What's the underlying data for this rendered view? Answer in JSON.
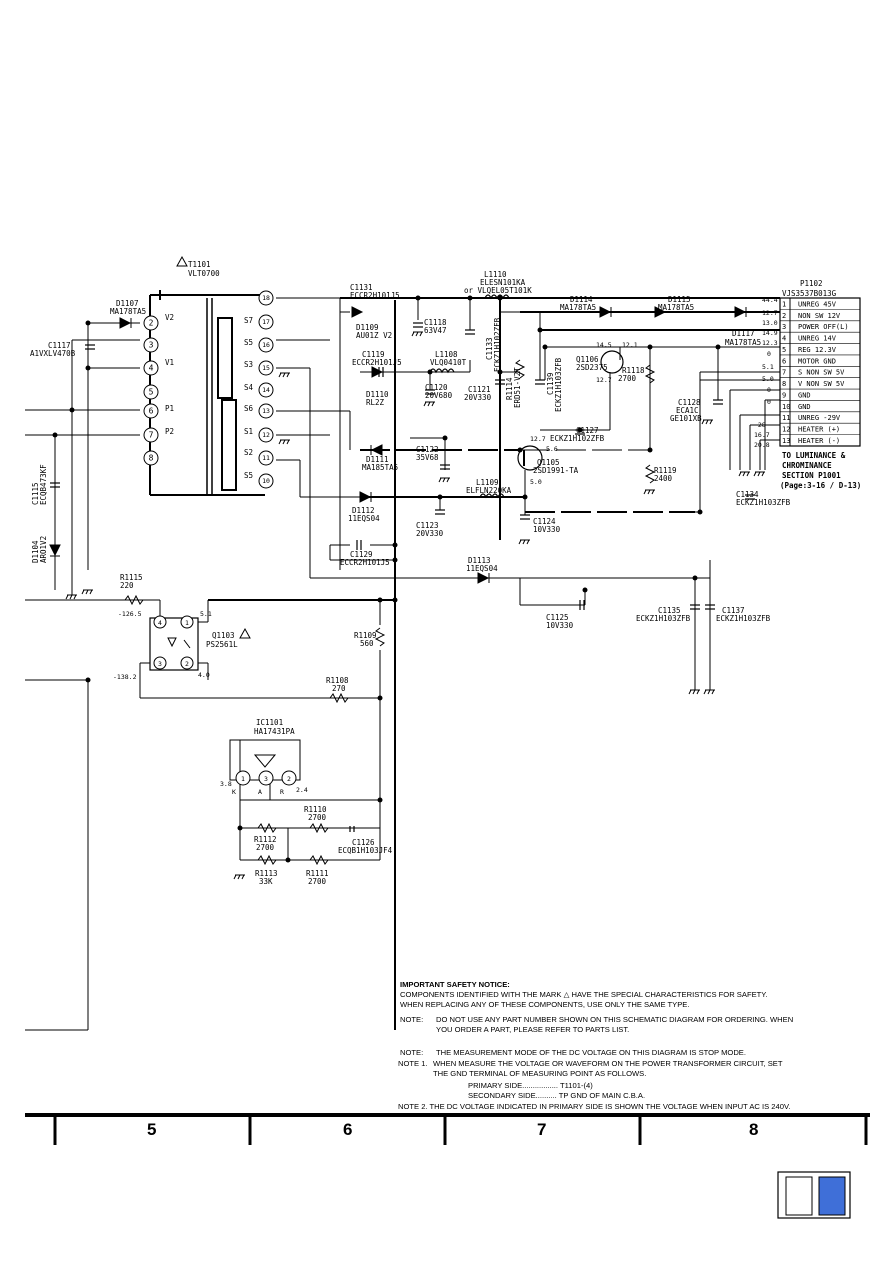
{
  "transformer": {
    "ref": "T1101",
    "part": "VLT0700",
    "windings": [
      "V2",
      "V1",
      "P1",
      "P2",
      "S7",
      "S6",
      "S3",
      "S4",
      "S5",
      "S1",
      "S2",
      "S5"
    ],
    "pins_left": [
      "2",
      "3",
      "4",
      "5",
      "6",
      "7",
      "8"
    ],
    "pins_right": [
      "18",
      "17",
      "16",
      "15",
      "14",
      "13",
      "12",
      "11",
      "10"
    ]
  },
  "components": {
    "C1131": [
      "C1131",
      "ECCR2H101J5"
    ],
    "L1110": [
      "L1110",
      "ELESN101KA",
      "or VLQEL05T101K"
    ],
    "D1107": [
      "D1107",
      "MA178TA5"
    ],
    "C1117": [
      "C1117",
      "A1VXLV470B"
    ],
    "D1109": [
      "D1109",
      "AU01Z V2"
    ],
    "C1118": [
      "C1118",
      "63V47"
    ],
    "C1133": [
      "C1133",
      "ECKZ1H102ZFB"
    ],
    "C1119": [
      "C1119",
      "ECCR2H101J5"
    ],
    "L1108": [
      "L1108",
      "VLQ0410T"
    ],
    "D1110": [
      "D1110",
      "RL2Z"
    ],
    "C1120": [
      "C1120",
      "20V680"
    ],
    "C1121": [
      "C1121",
      "20V330"
    ],
    "R1114": [
      "R1114",
      "ERD51-V2T"
    ],
    "C1139": [
      "C1139",
      "ECKZ1H103ZFB"
    ],
    "D1114": [
      "D1114",
      "MA178TA5"
    ],
    "D1115": [
      "D1115",
      "MA178TA5"
    ],
    "D1117": [
      "D1117",
      "MA178TA5"
    ],
    "Q1106": [
      "Q1106",
      "2SD2375"
    ],
    "R1118": [
      "R1118",
      "2700"
    ],
    "C1128": [
      "C1128",
      "ECA1C",
      "GE101XB"
    ],
    "D1111": [
      "D1111",
      "MA185TA5"
    ],
    "C1122": [
      "C1122",
      "35V68"
    ],
    "C1127": [
      "C1127",
      "ECKZ1H102ZFB"
    ],
    "Q1105": [
      "Q1105",
      "2SD1991-TA"
    ],
    "R1119": [
      "R1119",
      "2400"
    ],
    "L1109": [
      "L1109",
      "ELFLN220KA"
    ],
    "C1115": [
      "C1115",
      "ECQB473KF"
    ],
    "D1104": [
      "D1104",
      "ARO1V2"
    ],
    "D1112": [
      "D1112",
      "11EQS04"
    ],
    "C1123": [
      "C1123",
      "20V330"
    ],
    "C1124": [
      "C1124",
      "10V330"
    ],
    "C1129": [
      "C1129",
      "ECCR2H101J5"
    ],
    "C1134": [
      "C1134",
      "ECKZ1H103ZFB"
    ],
    "D1113": [
      "D1113",
      "11EQS04"
    ],
    "C1125": [
      "C1125",
      "10V330"
    ],
    "C1135": [
      "C1135",
      "ECKZ1H103ZFB"
    ],
    "C1137": [
      "C1137",
      "ECKZ1H103ZFB"
    ],
    "R1115": [
      "R1115",
      "220"
    ],
    "Q1103": [
      "Q1103",
      "PS2561L"
    ],
    "R1109": [
      "R1109",
      "560"
    ],
    "R1108": [
      "R1108",
      "270"
    ],
    "IC1101": [
      "IC1101",
      "HA17431PA"
    ],
    "R1110": [
      "R1110",
      "2700"
    ],
    "R1112": [
      "R1112",
      "2700"
    ],
    "C1126": [
      "C1126",
      "ECQB1H103JF4"
    ],
    "R1113": [
      "R1113",
      "33K"
    ],
    "R1111": [
      "R1111",
      "2700"
    ]
  },
  "voltages": {
    "v144": "44.4",
    "v127": "12.7",
    "v130": "13.0",
    "v149": "14.9",
    "v123": "12.3",
    "v145": "14.5",
    "v121": "12.1",
    "v127b": "12.7",
    "v0a": "0",
    "v51": "5.1",
    "v50": "5.0",
    "v0b": "0",
    "v0c": "0",
    "v56": "5.6",
    "v50b": "5.0",
    "v127c": "12.7",
    "v265": "-126.5",
    "v51b": "5.1",
    "v382": "-138.2",
    "v40": "4.0",
    "v38": "3.8",
    "v24": "2.4",
    "vn28": "-28",
    "v167": "16.7",
    "v208": "20.8"
  },
  "ic_pins": {
    "k": "K",
    "a": "A",
    "r": "R",
    "p1": "1",
    "p2": "2",
    "p3": "3"
  },
  "connector": {
    "ref": "P1102",
    "part": "VJS3537B013G",
    "pins": [
      {
        "n": "1",
        "name": "UNREG 45V"
      },
      {
        "n": "2",
        "name": "NON SW 12V"
      },
      {
        "n": "3",
        "name": "POWER OFF(L)"
      },
      {
        "n": "4",
        "name": "UNREG 14V"
      },
      {
        "n": "5",
        "name": "REG 12.3V"
      },
      {
        "n": "6",
        "name": "MOTOR GND"
      },
      {
        "n": "7",
        "name": "S NON SW 5V"
      },
      {
        "n": "8",
        "name": "V NON SW 5V"
      },
      {
        "n": "9",
        "name": "GND"
      },
      {
        "n": "10",
        "name": "GND"
      },
      {
        "n": "11",
        "name": "UNREG -29V"
      },
      {
        "n": "12",
        "name": "HEATER (+)"
      },
      {
        "n": "13",
        "name": "HEATER (-)"
      }
    ],
    "dest": [
      "TO LUMINANCE &",
      "CHROMINANCE",
      "SECTION P1001",
      "(Page:3-16 / D-13)"
    ]
  },
  "notes": {
    "safety_title": "IMPORTANT SAFETY NOTICE:",
    "safety_line1": "COMPONENTS IDENTIFIED WITH THE MARK",
    "safety_line1b": "HAVE THE SPECIAL CHARACTERISTICS FOR SAFETY.",
    "safety_line2": "WHEN REPLACING ANY OF THESE COMPONENTS, USE ONLY THE SAME TYPE.",
    "note_label": "NOTE:",
    "note_a1": "DO NOT USE ANY PART NUMBER SHOWN ON THIS SCHEMATIC DIAGRAM FOR ORDERING.  WHEN",
    "note_a2": "YOU ORDER A PART, PLEASE REFER TO PARTS LIST.",
    "note_b": "THE MEASUREMENT MODE OF THE DC VOLTAGE ON THIS DIAGRAM IS STOP MODE.",
    "note1_label": "NOTE 1.",
    "note1_a": "WHEN MEASURE THE VOLTAGE OR WAVEFORM ON THE POWER TRANSFORMER CIRCUIT, SET",
    "note1_b": "THE GND TERMINAL OF MEASURING POINT AS FOLLOWS.",
    "primary": "PRIMARY SIDE................. T1101-(4)",
    "secondary": "SECONDARY SIDE.......... TP GND OF MAIN C.B.A.",
    "note2": "NOTE 2. THE DC VOLTAGE INDICATED IN PRIMARY SIDE IS SHOWN THE VOLTAGE WHEN INPUT AC IS 240V."
  },
  "zones": [
    "5",
    "6",
    "7",
    "8"
  ],
  "colors": {
    "ink": "#000000",
    "tab_blue": "#3f6fd8"
  }
}
